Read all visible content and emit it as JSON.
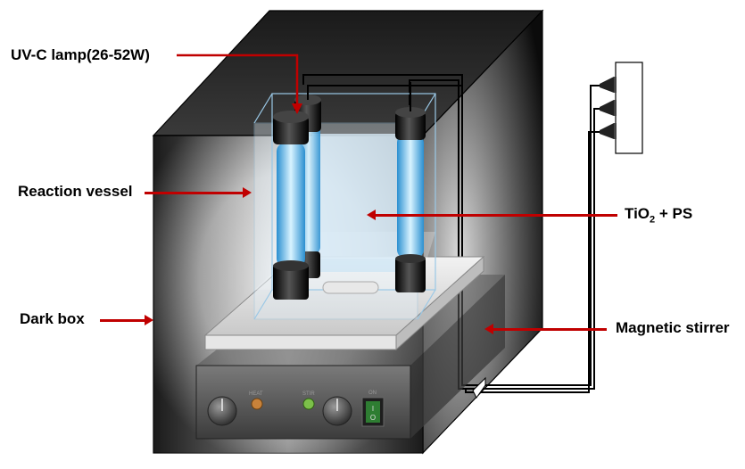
{
  "labels": {
    "uv_lamp": "UV-C lamp(26-52W)",
    "reaction_vessel": "Reaction vessel",
    "dark_box": "Dark box",
    "tio2_main": "TiO",
    "tio2_sub": "2",
    "tio2_rest": " + PS",
    "magnetic_stirrer": "Magnetic stirrer"
  },
  "stirrer_panel": {
    "heat": "HEAT",
    "stir": "STIR",
    "on": "ON",
    "switch_top": "I",
    "switch_bottom": "O"
  },
  "colors": {
    "arrow": "#c00000",
    "lamp_glow": "#6ec6f0",
    "knob_heat": "#c8823a",
    "knob_stir": "#7cc04a",
    "switch": "#2e7d32"
  }
}
